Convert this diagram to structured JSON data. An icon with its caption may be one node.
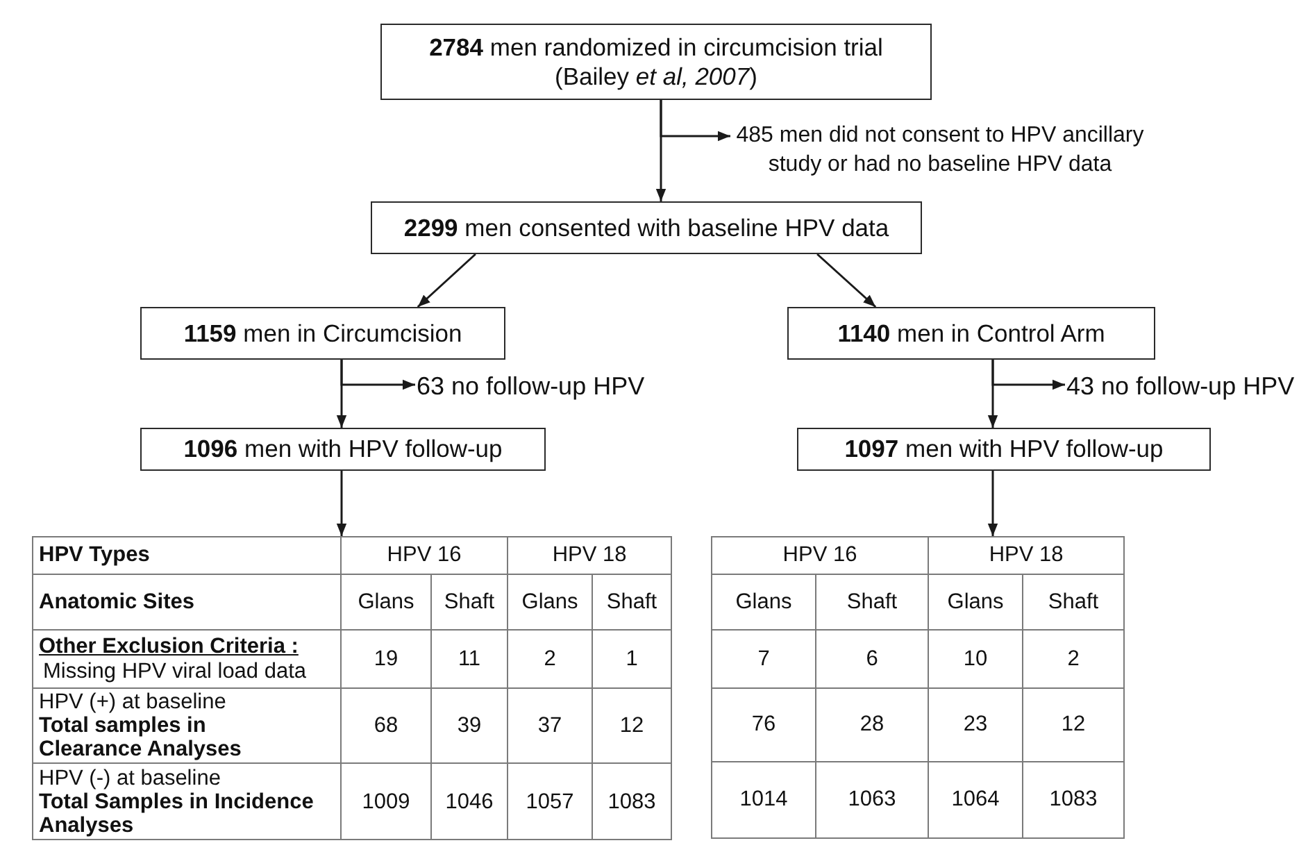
{
  "diagram": {
    "nodes": [
      {
        "text": [
          "**2784** men randomized in circumcision trial (Bailey *et al, 2007*)"
        ]
      },
      {
        "text": [
          "485 men did not consent to HPV ancillary study or had no baseline HPV data"
        ]
      },
      {
        "text": [
          "**2299** men consented with baseline HPV data"
        ]
      },
      {
        "text": [
          "**1159** men in Circumcision"
        ]
      },
      {
        "text": [
          "**1140** men in Control Arm"
        ]
      },
      {
        "text": [
          "63 no follow-up HPV"
        ]
      },
      {
        "text": [
          "43 no follow-up HPV"
        ]
      },
      {
        "text": [
          "**1096** men with HPV follow-up"
        ]
      },
      {
        "text": [
          "**1097** men with HPV follow-up"
        ]
      },
      {
        "text": [
          "HPV Types",
          "HPV 16",
          "HPV 18",
          "Anatomic Sites",
          "Glans",
          "Shaft",
          "Glans",
          "Shaft",
          "Other Exclusion Criteria :",
          "Missing HPV viral load data",
          "19",
          "11",
          "2",
          "1",
          "HPV (+) at baseline",
          "Total samples in Clearance Analyses",
          "68",
          "39",
          "37",
          "12",
          "HPV (-) at baseline",
          "Total Samples in Incidence Analyses",
          "1009",
          "1046",
          "1057",
          "1083"
        ]
      },
      {
        "text": [
          "HPV 16",
          "HPV 18",
          "Glans",
          "Shaft",
          "Glans",
          "Shaft",
          "7",
          "6",
          "10",
          "2",
          "76",
          "28",
          "23",
          "12",
          "1014",
          "1063",
          "1064",
          "1083"
        ]
      }
    ],
    "edges": [
      {
        "from": 0,
        "to": 1,
        "arrow": "to"
      },
      {
        "from": 0,
        "to": 2,
        "arrow": "to"
      },
      {
        "from": 2,
        "to": 3,
        "arrow": "to"
      },
      {
        "from": 2,
        "to": 4,
        "arrow": "to"
      },
      {
        "from": 3,
        "to": 5,
        "arrow": "to"
      },
      {
        "from": 3,
        "to": 7,
        "arrow": "to"
      },
      {
        "from": 4,
        "to": 6,
        "arrow": "to"
      },
      {
        "from": 4,
        "to": 8,
        "arrow": "to"
      },
      {
        "from": 7,
        "to": 9,
        "arrow": "to"
      },
      {
        "from": 8,
        "to": 10,
        "arrow": "to"
      }
    ]
  }
}
